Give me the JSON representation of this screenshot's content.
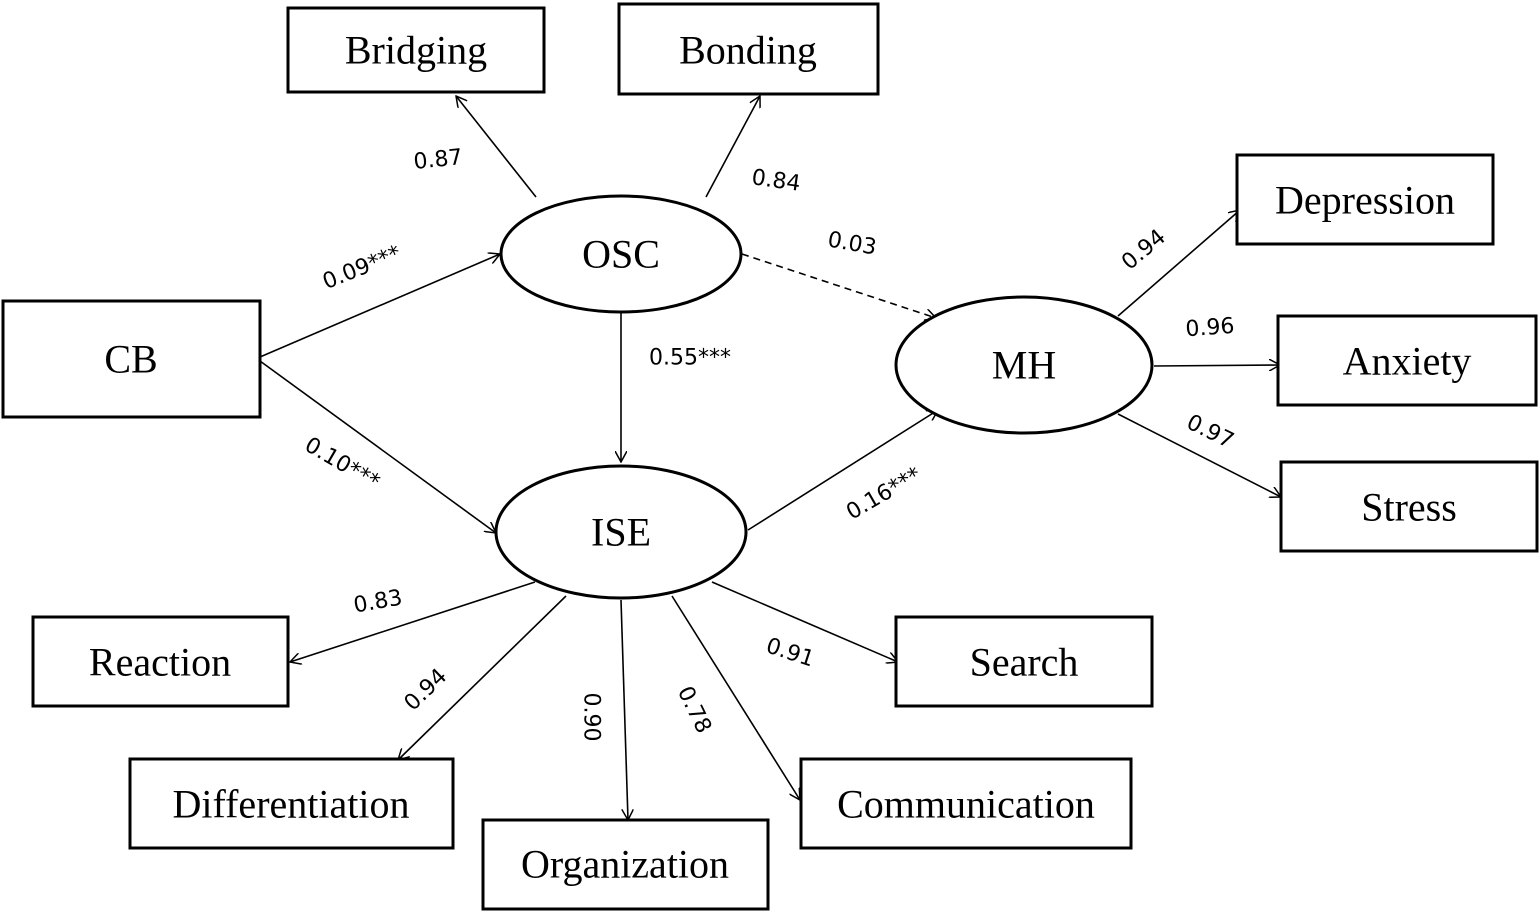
{
  "nodes": {
    "bridging": "Bridging",
    "bonding": "Bonding",
    "osc": "OSC",
    "cb": "CB",
    "ise": "ISE",
    "mh": "MH",
    "depression": "Depression",
    "anxiety": "Anxiety",
    "stress": "Stress",
    "reaction": "Reaction",
    "differentiation": "Differentiation",
    "organization": "Organization",
    "communication": "Communication",
    "search": "Search"
  },
  "paths": {
    "osc_bridging": "0.87",
    "osc_bonding": "0.84",
    "cb_osc": "0.09***",
    "osc_mh": "0.03",
    "osc_ise": "0.55***",
    "cb_ise": "0.10***",
    "ise_mh": "0.16***",
    "mh_depression": "0.94",
    "mh_anxiety": "0.96",
    "mh_stress": "0.97",
    "ise_reaction": "0.83",
    "ise_differentiation": "0.94",
    "ise_organization": "0.90",
    "ise_communication": "0.78",
    "ise_search": "0.91"
  },
  "colors": {
    "stroke": "#000000",
    "background": "#ffffff"
  }
}
